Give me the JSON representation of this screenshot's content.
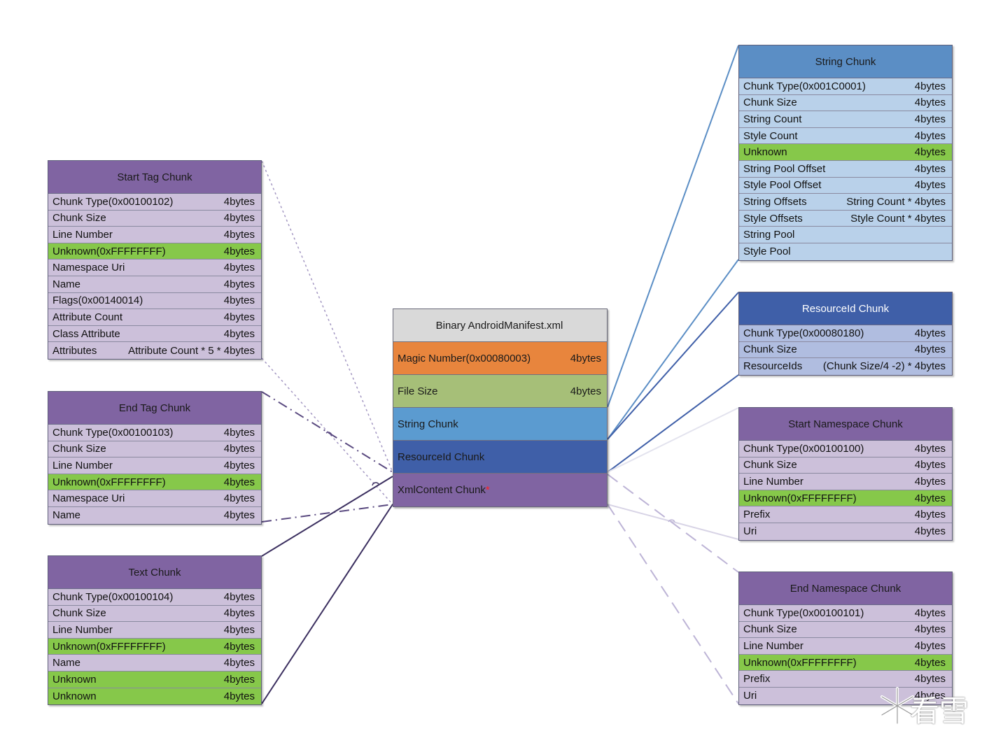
{
  "central": {
    "title": "Binary AndroidManifest.xml",
    "rows": [
      {
        "label": "Magic Number(0x00080003)",
        "value": "4bytes"
      },
      {
        "label": "File Size",
        "value": "4bytes"
      },
      {
        "label": "String Chunk",
        "value": ""
      },
      {
        "label": "ResourceId Chunk",
        "value": ""
      },
      {
        "label": "XmlContent Chunk",
        "value": "",
        "mark": "*"
      }
    ]
  },
  "start_tag": {
    "title": "Start Tag Chunk",
    "rows": [
      {
        "label": "Chunk Type(0x00100102)",
        "value": "4bytes"
      },
      {
        "label": "Chunk Size",
        "value": "4bytes"
      },
      {
        "label": "Line Number",
        "value": "4bytes"
      },
      {
        "label": "Unknown(0xFFFFFFFF)",
        "value": "4bytes"
      },
      {
        "label": "Namespace Uri",
        "value": "4bytes"
      },
      {
        "label": "Name",
        "value": "4bytes"
      },
      {
        "label": "Flags(0x00140014)",
        "value": "4bytes"
      },
      {
        "label": "Attribute Count",
        "value": "4bytes"
      },
      {
        "label": "Class Attribute",
        "value": "4bytes"
      },
      {
        "label": "Attributes",
        "value": "Attribute Count * 5 * 4bytes"
      }
    ]
  },
  "end_tag": {
    "title": "End Tag Chunk",
    "rows": [
      {
        "label": "Chunk Type(0x00100103)",
        "value": "4bytes"
      },
      {
        "label": "Chunk Size",
        "value": "4bytes"
      },
      {
        "label": "Line Number",
        "value": "4bytes"
      },
      {
        "label": "Unknown(0xFFFFFFFF)",
        "value": "4bytes"
      },
      {
        "label": "Namespace Uri",
        "value": "4bytes"
      },
      {
        "label": "Name",
        "value": "4bytes"
      }
    ]
  },
  "text": {
    "title": "Text Chunk",
    "rows": [
      {
        "label": "Chunk Type(0x00100104)",
        "value": "4bytes"
      },
      {
        "label": "Chunk Size",
        "value": "4bytes"
      },
      {
        "label": "Line Number",
        "value": "4bytes"
      },
      {
        "label": "Unknown(0xFFFFFFFF)",
        "value": "4bytes"
      },
      {
        "label": "Name",
        "value": "4bytes"
      },
      {
        "label": "Unknown",
        "value": "4bytes"
      },
      {
        "label": "Unknown",
        "value": "4bytes"
      }
    ]
  },
  "string_chunk": {
    "title": "String Chunk",
    "rows": [
      {
        "label": "Chunk Type(0x001C0001)",
        "value": "4bytes"
      },
      {
        "label": "Chunk Size",
        "value": "4bytes"
      },
      {
        "label": "String Count",
        "value": "4bytes"
      },
      {
        "label": "Style Count",
        "value": "4bytes"
      },
      {
        "label": "Unknown",
        "value": "4bytes"
      },
      {
        "label": "String Pool Offset",
        "value": "4bytes"
      },
      {
        "label": "Style Pool Offset",
        "value": "4bytes"
      },
      {
        "label": "String Offsets",
        "value": "String Count * 4bytes"
      },
      {
        "label": "Style Offsets",
        "value": "Style Count * 4bytes"
      },
      {
        "label": "String Pool",
        "value": ""
      },
      {
        "label": "Style Pool",
        "value": ""
      }
    ]
  },
  "resource_chunk": {
    "title": "ResourceId Chunk",
    "rows": [
      {
        "label": "Chunk Type(0x00080180)",
        "value": "4bytes"
      },
      {
        "label": "Chunk Size",
        "value": "4bytes"
      },
      {
        "label": "ResourceIds",
        "value": "(Chunk Size/4 -2) * 4bytes"
      }
    ]
  },
  "start_ns": {
    "title": "Start Namespace Chunk",
    "rows": [
      {
        "label": "Chunk Type(0x00100100)",
        "value": "4bytes"
      },
      {
        "label": "Chunk Size",
        "value": "4bytes"
      },
      {
        "label": "Line Number",
        "value": "4bytes"
      },
      {
        "label": "Unknown(0xFFFFFFFF)",
        "value": "4bytes"
      },
      {
        "label": "Prefix",
        "value": "4bytes"
      },
      {
        "label": "Uri",
        "value": "4bytes"
      }
    ]
  },
  "end_ns": {
    "title": "End Namespace Chunk",
    "rows": [
      {
        "label": "Chunk Type(0x00100101)",
        "value": "4bytes"
      },
      {
        "label": "Chunk Size",
        "value": "4bytes"
      },
      {
        "label": "Line Number",
        "value": "4bytes"
      },
      {
        "label": "Unknown(0xFFFFFFFF)",
        "value": "4bytes"
      },
      {
        "label": "Prefix",
        "value": "4bytes"
      },
      {
        "label": "Uri",
        "value": "4bytes"
      }
    ]
  },
  "watermark": {
    "text": "看雪",
    "icon": "snowflake-icon"
  },
  "colors": {
    "purple_header": "#8064a2",
    "purple_row": "#ccc0da",
    "blue_header": "#5b8ec5",
    "blue_row": "#b9d1ea",
    "navy_header": "#3f5fa8",
    "navy_row": "#b0bde0",
    "unknown_green": "#86c84a",
    "magic_orange": "#e8853d",
    "filesize_olive": "#a6bf78"
  }
}
